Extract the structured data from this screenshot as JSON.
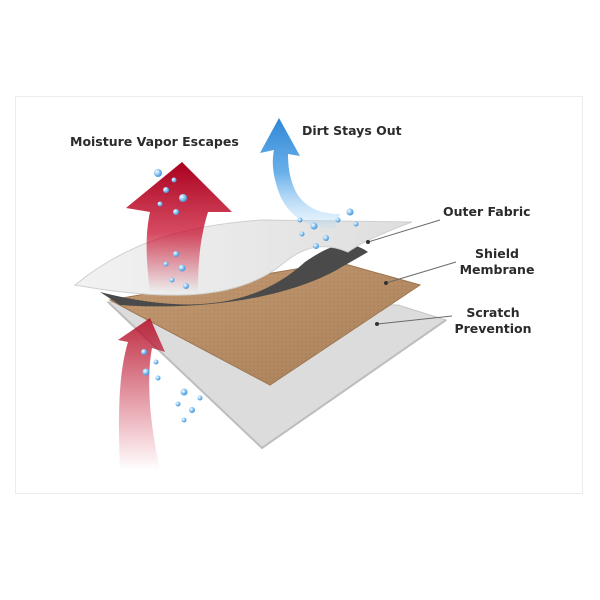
{
  "labels": {
    "moisture": "Moisture Vapor Escapes",
    "dirt": "Dirt Stays Out",
    "outer_fabric": "Outer Fabric",
    "shield_line1": "Shield",
    "shield_line2": "Membrane",
    "scratch_line1": "Scratch",
    "scratch_line2": "Prevention"
  },
  "colors": {
    "moisture_arrow": "#b0132a",
    "dirt_arrow": "#3a8fdc",
    "outer_fabric": "#e6e6e6",
    "shield_membrane": "#b98f66",
    "scratch_prevention": "#d9d9d9",
    "inner_dark": "#4a4a4a",
    "bubble": "#6fb4ea"
  }
}
